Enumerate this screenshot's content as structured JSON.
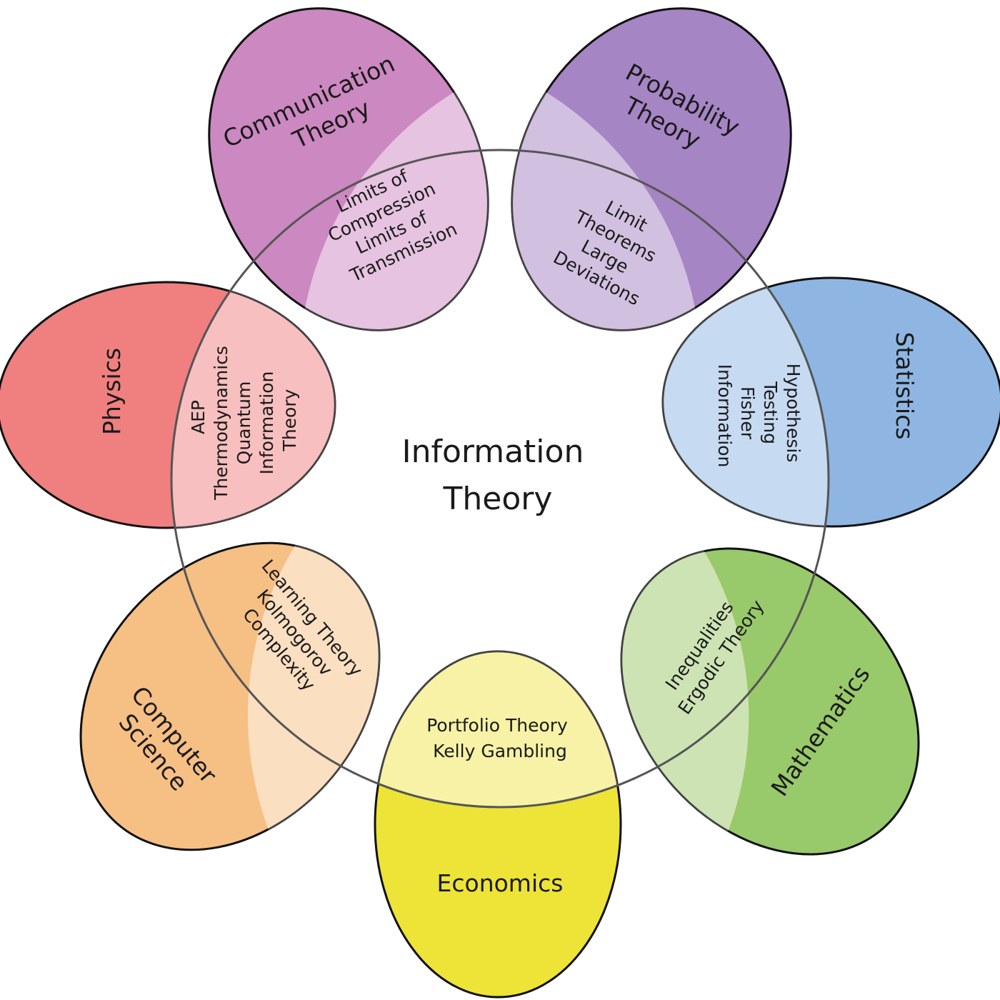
{
  "title": "Information Theory",
  "center": {
    "lines": [
      "Information",
      "Theory"
    ]
  },
  "colors": {
    "communication": {
      "base": "#cc88c0",
      "light": "#e6c3e0"
    },
    "probability": {
      "base": "#a685c4",
      "light": "#d2c0e0"
    },
    "statistics": {
      "base": "#8fb6e2",
      "light": "#c6daf2"
    },
    "mathematics": {
      "base": "#98c96a",
      "light": "#cde3b4"
    },
    "economics": {
      "base": "#ede437",
      "light": "#f7f2a6"
    },
    "computer_science": {
      "base": "#f6bf84",
      "light": "#fbdfc1"
    },
    "physics": {
      "base": "#f07f80",
      "light": "#f7bfbf"
    },
    "outline": "#111111",
    "circle_outline": "#555555"
  },
  "petals": [
    {
      "id": "communication",
      "title": [
        "Communication",
        "Theory"
      ],
      "overlap": [
        "Limits of",
        "Compression",
        "Limits of",
        "Transmission"
      ]
    },
    {
      "id": "probability",
      "title": [
        "Probability",
        "Theory"
      ],
      "overlap": [
        "Limit",
        "Theorems",
        "Large",
        "Deviations"
      ]
    },
    {
      "id": "statistics",
      "title": [
        "Statistics"
      ],
      "overlap": [
        "Hypothesis",
        "Testing",
        "Fisher",
        "Information"
      ]
    },
    {
      "id": "mathematics",
      "title": [
        "Mathematics"
      ],
      "overlap": [
        "Inequalities",
        "Ergodic Theory"
      ]
    },
    {
      "id": "economics",
      "title": [
        "Economics"
      ],
      "overlap": [
        "Portfolio Theory",
        "Kelly Gambling"
      ]
    },
    {
      "id": "computer_science",
      "title": [
        "Computer",
        "Science"
      ],
      "overlap": [
        "Learning Theory",
        "Kolmogorov",
        "Complexity"
      ]
    },
    {
      "id": "physics",
      "title": [
        "Physics"
      ],
      "overlap": [
        "AEP",
        "Thermodynamics",
        "Quantum",
        "Information",
        "Theory"
      ]
    }
  ]
}
